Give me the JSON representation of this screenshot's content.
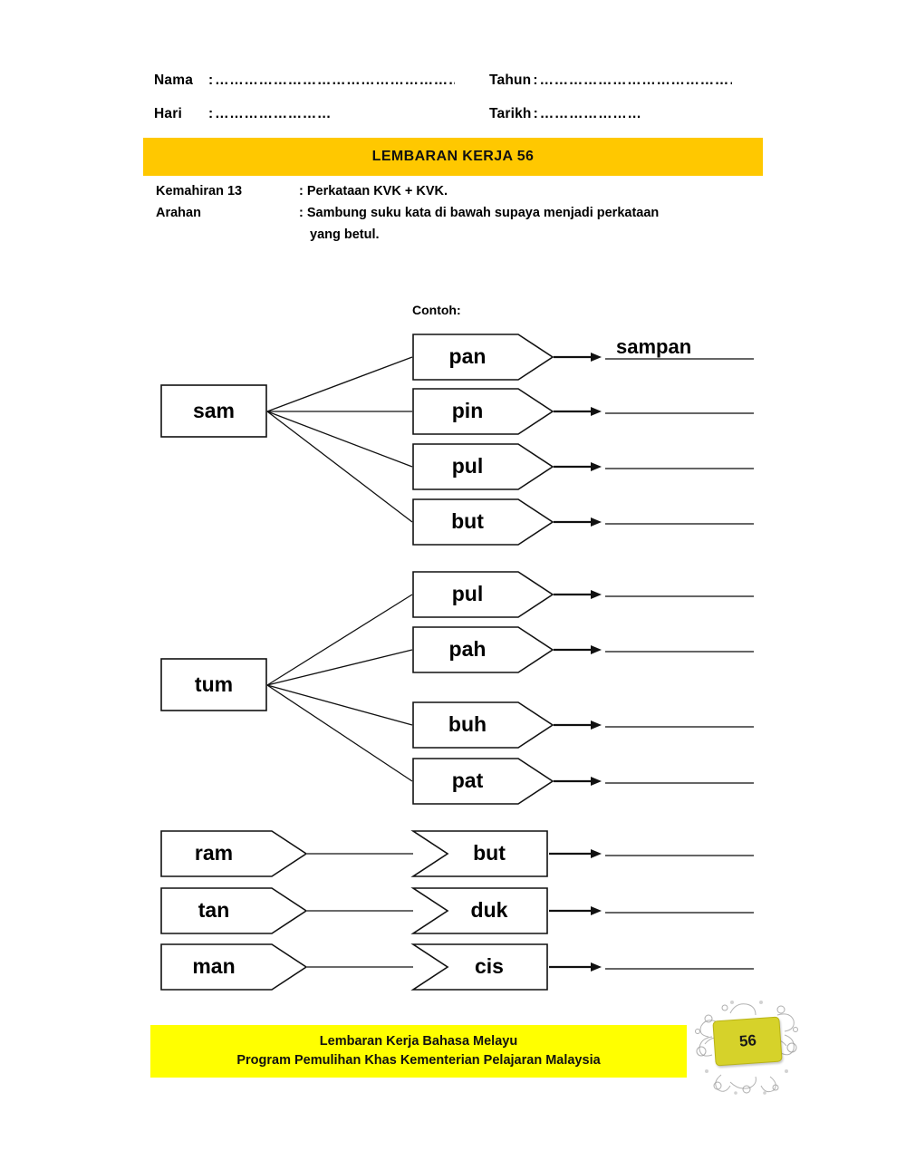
{
  "header": {
    "fields": [
      {
        "label": "Nama",
        "colon": ":",
        "dots": "……………………………………………"
      },
      {
        "label": "Hari",
        "colon": ":",
        "dots": "……………………"
      },
      {
        "label": "Tahun",
        "colon": ":",
        "dots": "……………………………………"
      },
      {
        "label": "Tarikh",
        "colon": ":",
        "dots": "…………………"
      }
    ],
    "title": "LEMBARAN KERJA 56",
    "title_bg": "#FFC800"
  },
  "instructions": {
    "skill_key": "Kemahiran  13",
    "skill_value": ": Perkataan KVK + KVK.",
    "task_key": "Arahan",
    "task_value": ": Sambung suku kata di bawah  supaya menjadi perkataan",
    "task_value_cont": "yang betul."
  },
  "example_label": "Contoh:",
  "chart_data": {
    "type": "diagram",
    "title": "Sambung suku kata KVK + KVK",
    "groups": [
      {
        "id": "group-sam",
        "kind": "fan",
        "root": "sam",
        "branches": [
          {
            "syllable": "pan",
            "answer": "sampan"
          },
          {
            "syllable": "pin",
            "answer": ""
          },
          {
            "syllable": "pul",
            "answer": ""
          },
          {
            "syllable": "but",
            "answer": ""
          }
        ]
      },
      {
        "id": "group-tum",
        "kind": "fan",
        "root": "tum",
        "branches": [
          {
            "syllable": "pul",
            "answer": ""
          },
          {
            "syllable": "pah",
            "answer": ""
          },
          {
            "syllable": "buh",
            "answer": ""
          },
          {
            "syllable": "pat",
            "answer": ""
          }
        ]
      },
      {
        "id": "group-pairs",
        "kind": "pairs",
        "rows": [
          {
            "left": "ram",
            "right": "but",
            "answer": ""
          },
          {
            "left": "tan",
            "right": "duk",
            "answer": ""
          },
          {
            "left": "man",
            "right": "cis",
            "answer": ""
          }
        ]
      }
    ]
  },
  "footer": {
    "line1": "Lembaran Kerja Bahasa Melayu",
    "line2": "Program Pemulihan  Khas  Kementerian  Pelajaran Malaysia",
    "banner_bg": "#FFFF00",
    "page_number": "56",
    "badge_color": "#D6D22A"
  }
}
